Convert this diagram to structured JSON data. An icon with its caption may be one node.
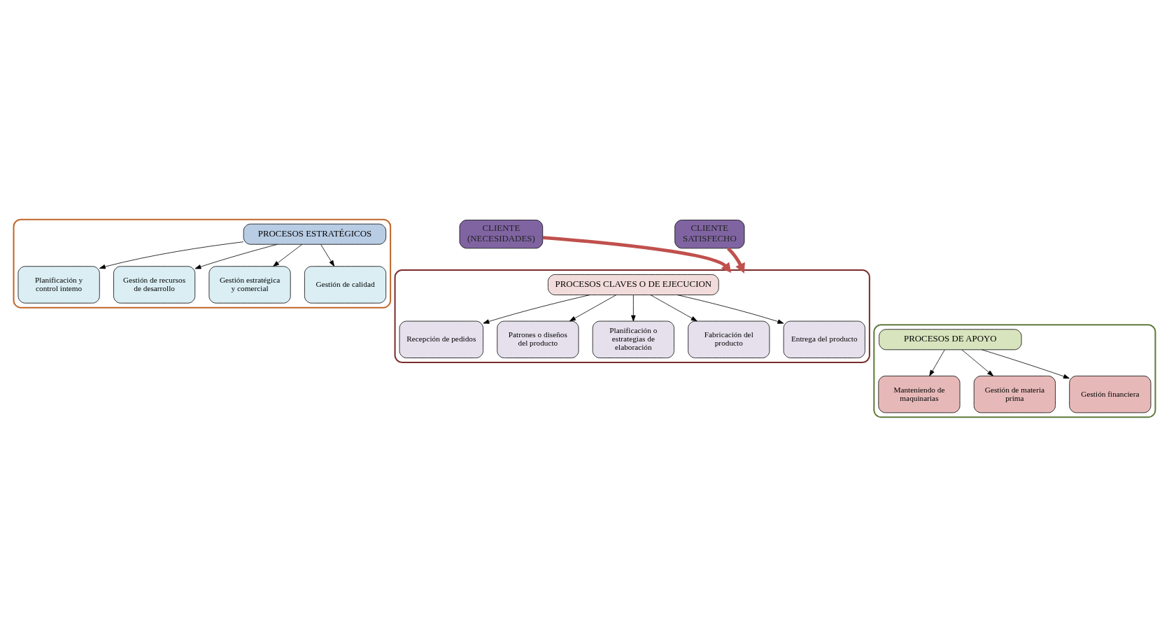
{
  "diagram": {
    "nodes": [
      {
        "text": [],
        "shape": "box"
      },
      {
        "text": [
          "PROCESOS ESTRATÉGICOS"
        ],
        "in": 0
      },
      {
        "text": [
          "Planificación y control intemo"
        ],
        "in": 0
      },
      {
        "text": [
          "Gestión de recursos de desarrollo"
        ],
        "in": 0
      },
      {
        "text": [
          "Gestión estratégica y comercial"
        ],
        "in": 0
      },
      {
        "text": [
          "Gestión de calidad"
        ],
        "in": 0
      },
      {
        "text": [],
        "shape": "box"
      },
      {
        "text": [
          "PROCESOS CLAVES O DE EJECUCION"
        ],
        "in": 6
      },
      {
        "text": [
          "Recepción de pedidos"
        ],
        "in": 6
      },
      {
        "text": [
          "Patrones o diseños del producto"
        ],
        "in": 6
      },
      {
        "text": [
          "Planificación o estrategias de elaboración"
        ],
        "in": 6
      },
      {
        "text": [
          "Fabricación del producto"
        ],
        "in": 6
      },
      {
        "text": [
          "Entrega del producto"
        ],
        "in": 6
      },
      {
        "text": [],
        "shape": "box"
      },
      {
        "text": [
          "PROCESOS DE APOYO"
        ],
        "in": 13
      },
      {
        "text": [
          "Manteniendo de maquinarias"
        ],
        "in": 13
      },
      {
        "text": [
          "Gestión de materia prima"
        ],
        "in": 13
      },
      {
        "text": [
          "Gestión financiera"
        ],
        "in": 13
      },
      {
        "text": [
          "CLIENTE (NECESIDADES)"
        ]
      },
      {
        "text": [
          "CLIENTE SATISFECHO"
        ]
      }
    ],
    "edges": [
      {
        "from": 1,
        "to": 2,
        "arrow": "to"
      },
      {
        "from": 1,
        "to": 3,
        "arrow": "to"
      },
      {
        "from": 1,
        "to": 4,
        "arrow": "to"
      },
      {
        "from": 1,
        "to": 5,
        "arrow": "to"
      },
      {
        "from": 7,
        "to": 8,
        "arrow": "to"
      },
      {
        "from": 7,
        "to": 9,
        "arrow": "to"
      },
      {
        "from": 7,
        "to": 10,
        "arrow": "to"
      },
      {
        "from": 7,
        "to": 11,
        "arrow": "to"
      },
      {
        "from": 7,
        "to": 12,
        "arrow": "to"
      },
      {
        "from": 14,
        "to": 15,
        "arrow": "to"
      },
      {
        "from": 14,
        "to": 16,
        "arrow": "to"
      },
      {
        "from": 14,
        "to": 17,
        "arrow": "to"
      },
      {
        "from": 18,
        "to": 6,
        "arrow": "to",
        "style": "thick",
        "color": "#c0504d"
      },
      {
        "from": 19,
        "to": 6,
        "arrow": "to",
        "style": "thick",
        "color": "#c0504d"
      }
    ]
  }
}
